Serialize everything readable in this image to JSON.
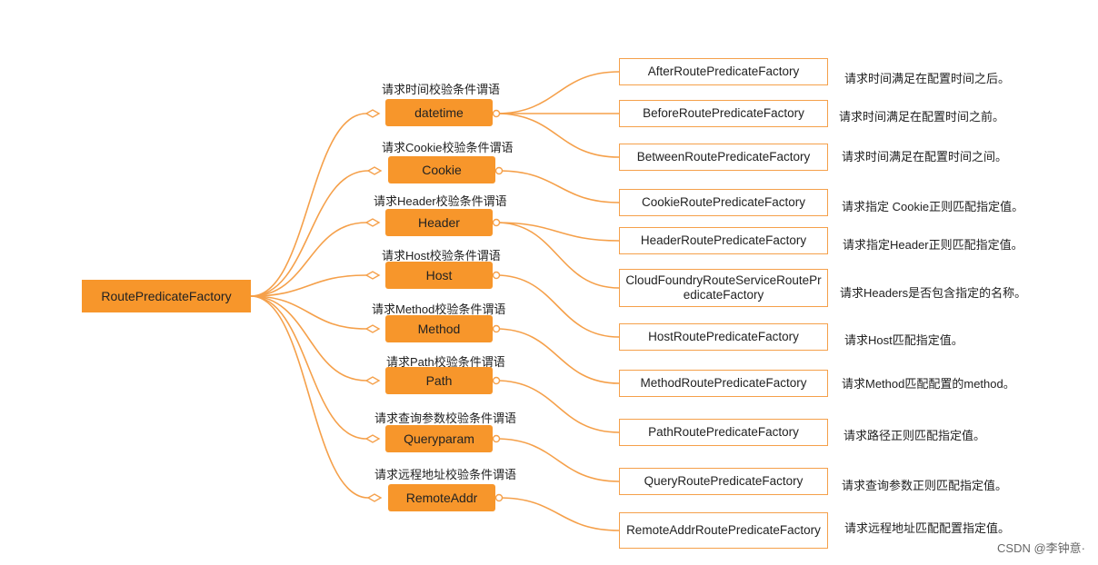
{
  "root": {
    "label": "RoutePredicateFactory"
  },
  "groups": [
    {
      "label": "datetime",
      "caption": "请求时间校验条件谓语"
    },
    {
      "label": "Cookie",
      "caption": "请求Cookie校验条件谓语"
    },
    {
      "label": "Header",
      "caption": "请求Header校验条件谓语"
    },
    {
      "label": "Host",
      "caption": "请求Host校验条件谓语"
    },
    {
      "label": "Method",
      "caption": "请求Method校验条件谓语"
    },
    {
      "label": "Path",
      "caption": "请求Path校验条件谓语"
    },
    {
      "label": "Queryparam",
      "caption": "请求查询参数校验条件谓语"
    },
    {
      "label": "RemoteAddr",
      "caption": "请求远程地址校验条件谓语"
    }
  ],
  "leaves": [
    {
      "label": "AfterRoutePredicateFactory",
      "desc": "请求时间满足在配置时间之后。"
    },
    {
      "label": "BeforeRoutePredicateFactory",
      "desc": "请求时间满足在配置时间之前。"
    },
    {
      "label": "BetweenRoutePredicateFactory",
      "desc": "请求时间满足在配置时间之间。"
    },
    {
      "label": "CookieRoutePredicateFactory",
      "desc": "请求指定 Cookie正则匹配指定值。"
    },
    {
      "label": "HeaderRoutePredicateFactory",
      "desc": "请求指定Header正则匹配指定值。"
    },
    {
      "label": "CloudFoundryRouteServiceRoutePredicateFactory",
      "desc": "请求Headers是否包含指定的名称。"
    },
    {
      "label": "HostRoutePredicateFactory",
      "desc": "请求Host匹配指定值。"
    },
    {
      "label": "MethodRoutePredicateFactory",
      "desc": "请求Method匹配配置的method。"
    },
    {
      "label": "PathRoutePredicateFactory",
      "desc": "请求路径正则匹配指定值。"
    },
    {
      "label": "QueryRoutePredicateFactory",
      "desc": "请求查询参数正则匹配指定值。"
    },
    {
      "label": "RemoteAddrRoutePredicateFactory",
      "desc": "请求远程地址匹配配置指定值。"
    }
  ],
  "watermark": "CSDN @李钟意·",
  "colors": {
    "node": "#f7962b",
    "edge": "#f5a04a",
    "leaf_border": "#f5a04a"
  }
}
